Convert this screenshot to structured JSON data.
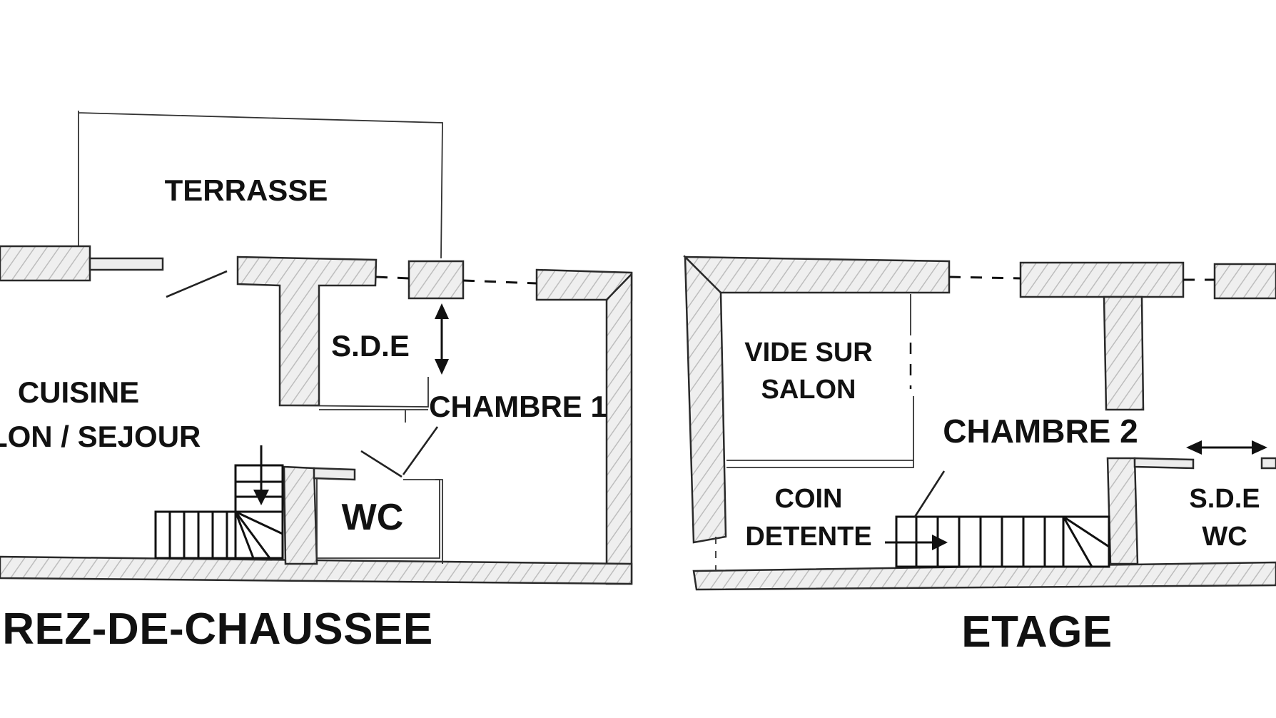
{
  "ground_floor": {
    "title": "REZ-DE-CHAUSSEE",
    "rooms": {
      "terrasse": "TERRASSE",
      "sde": "S.D.E",
      "cuisine": "CUISINE",
      "salon_sejour": "SALON / SEJOUR",
      "chambre_1": "CHAMBRE 1",
      "wc": "WC"
    }
  },
  "upper_floor": {
    "title": "ETAGE",
    "rooms": {
      "vide_sur_salon_line1": "VIDE SUR",
      "vide_sur_salon_line2": "SALON",
      "chambre_2": "CHAMBRE 2",
      "coin_detente_line1": "COIN",
      "coin_detente_line2": "DETENTE",
      "sde_line1": "S.D.E",
      "sde_line2": "WC"
    }
  },
  "colors": {
    "ink": "#111111",
    "wall_fill": "#ececec",
    "background": "#ffffff"
  }
}
